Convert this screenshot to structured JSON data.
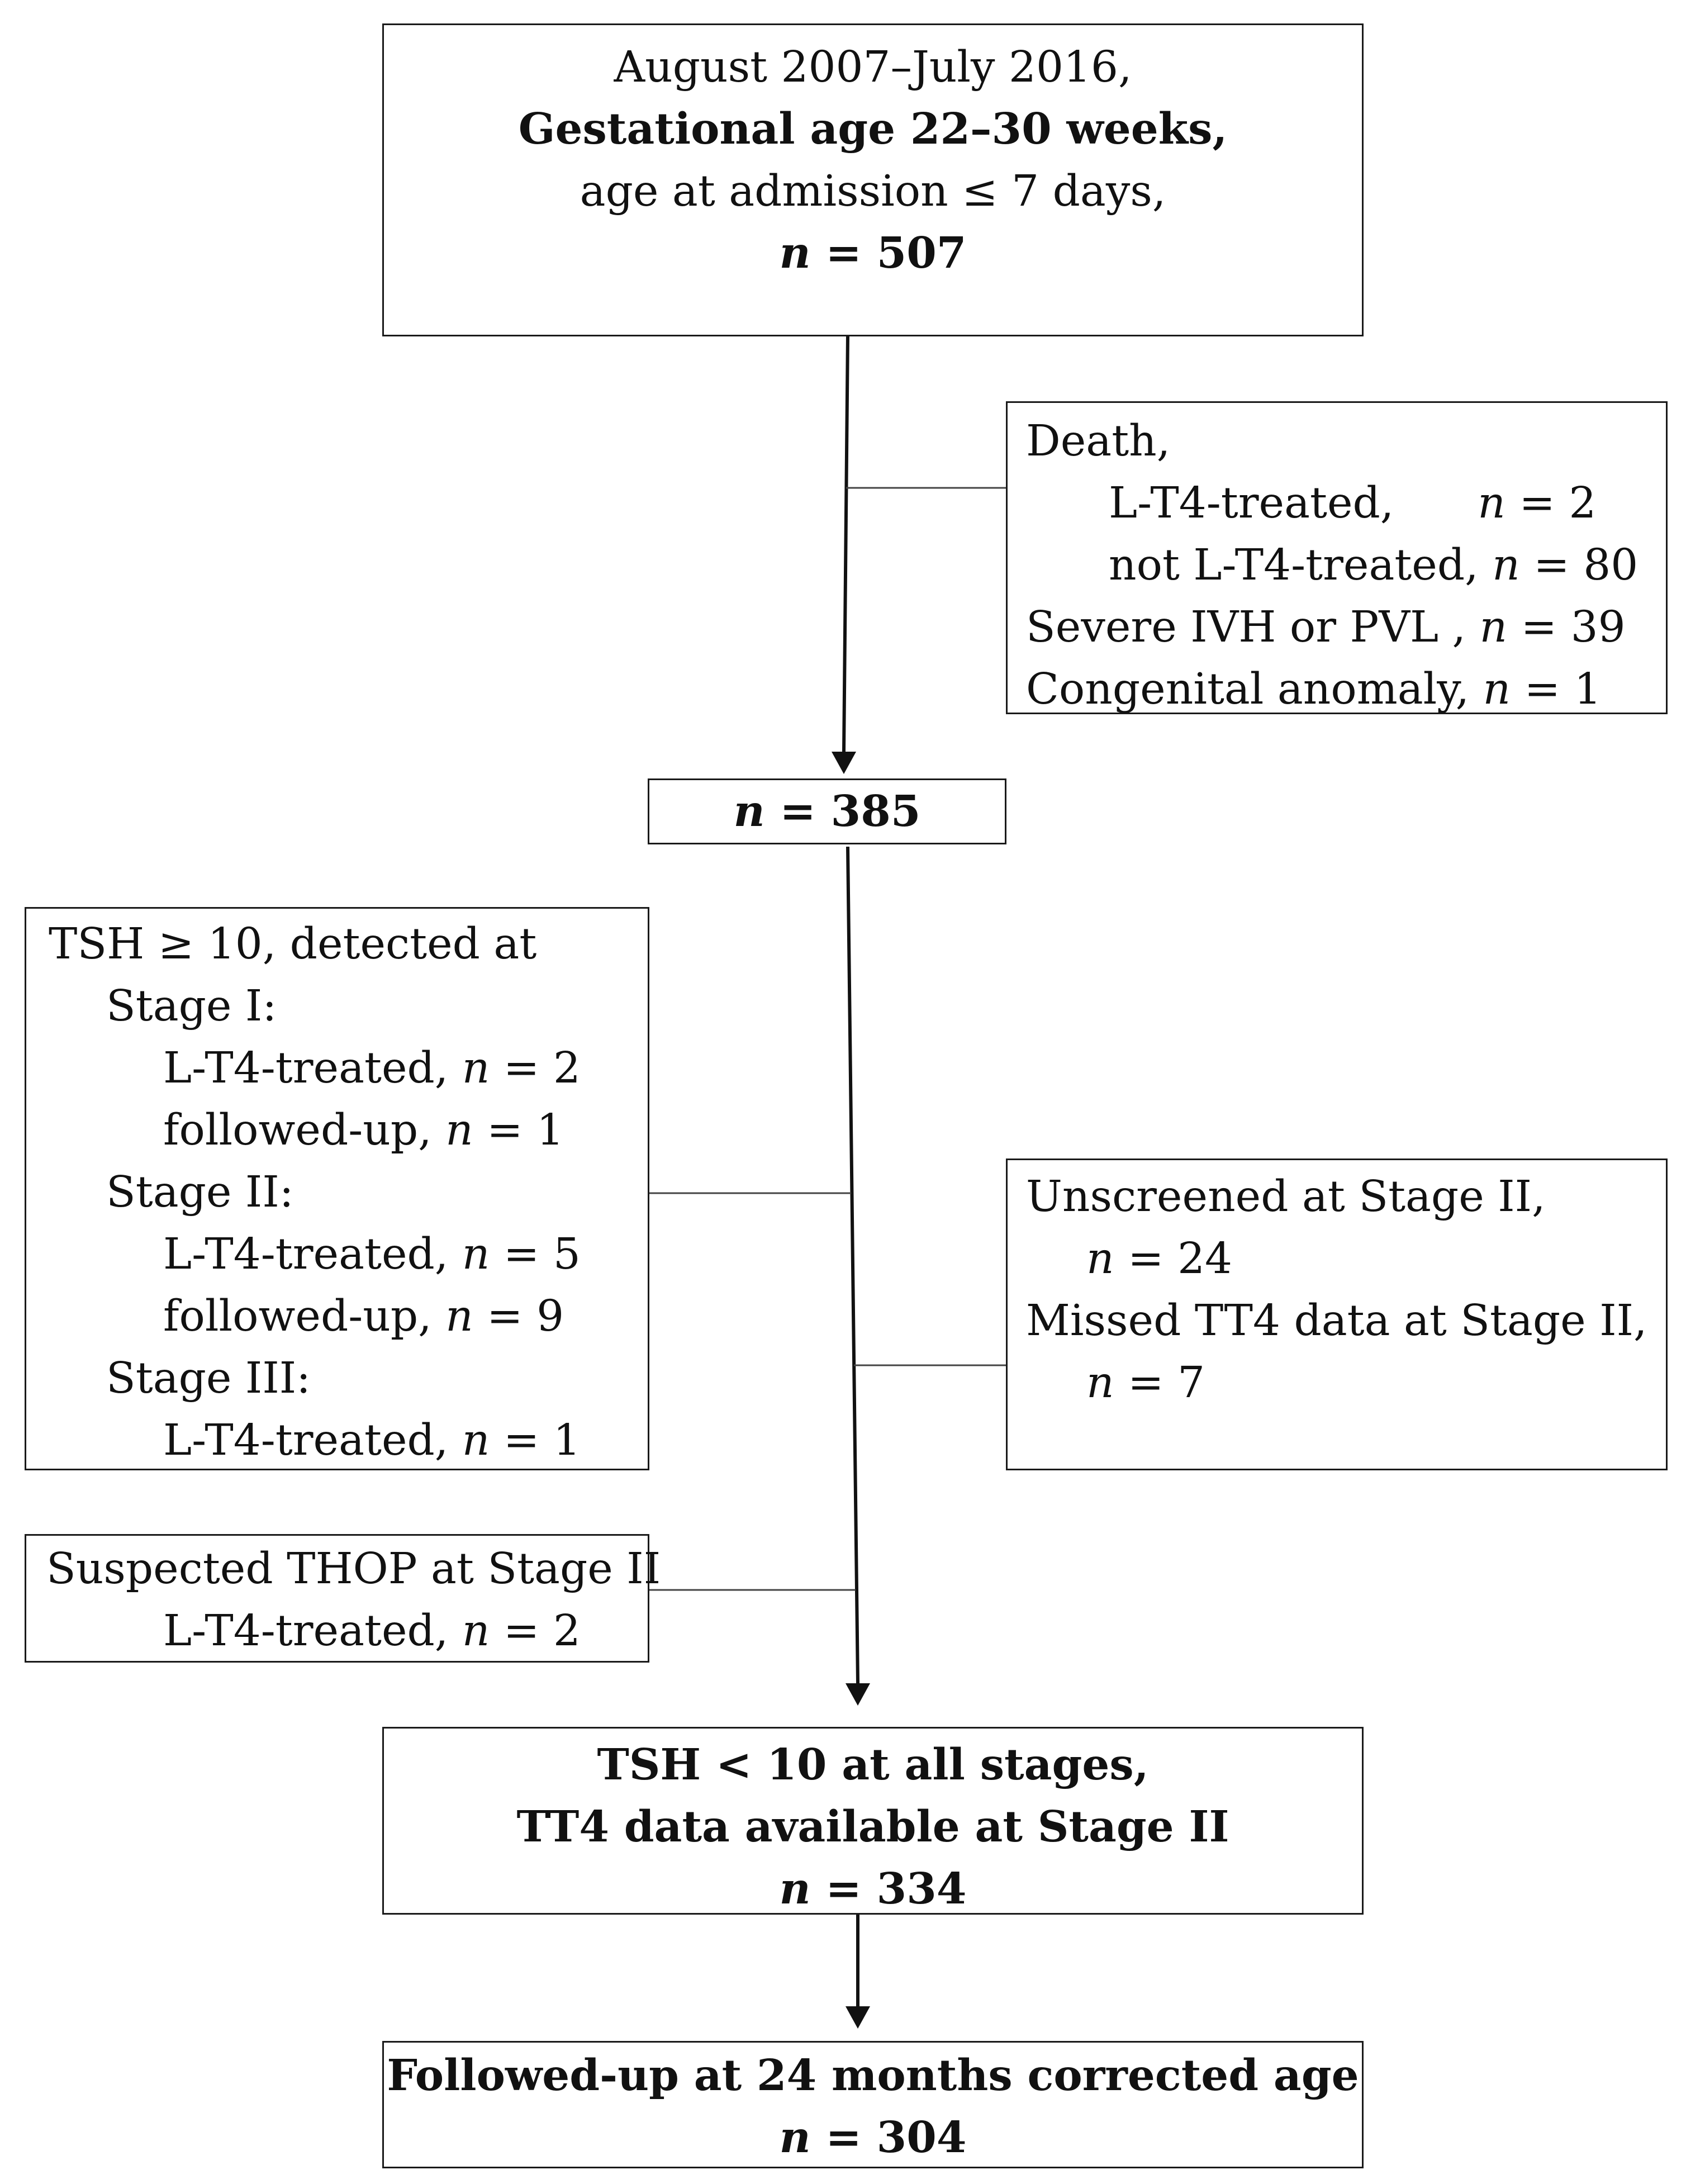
{
  "top_box": {
    "line1": "August 2007–July 2016,",
    "line2": "Gestational age 22–30 weeks,",
    "line3": "age at admission ≤ 7 days,",
    "n_var": "n",
    "n_rest": " = 507"
  },
  "exclusion_1": {
    "death": "Death,",
    "lt4_treated": "L-T4-treated,",
    "lt4_treated_n": " = 2",
    "not_lt4_treated": "not L-T4-treated,",
    "not_lt4_treated_n": " = 80",
    "severe_ivh": "Severe IVH or PVL ,",
    "severe_ivh_n": " = 39",
    "congenital": "Congenital anomaly,",
    "congenital_n": " = 1"
  },
  "mid_box": {
    "n_var": "n",
    "n_rest": " = 385"
  },
  "tsh_box": {
    "heading": "TSH ≥ 10, detected at",
    "stage1": "Stage I:",
    "stage1_treated": "L-T4-treated,",
    "stage1_treated_n": " = 2",
    "stage1_followed": "followed-up,",
    "stage1_followed_n": " = 1",
    "stage2": "Stage II:",
    "stage2_treated": "L-T4-treated,",
    "stage2_treated_n": " = 5",
    "stage2_followed": "followed-up,",
    "stage2_followed_n": " = 9",
    "stage3": "Stage III:",
    "stage3_treated": "L-T4-treated,",
    "stage3_treated_n": " = 1"
  },
  "unscreened_box": {
    "unscreened": "Unscreened at Stage II,",
    "unscreened_n": " = 24",
    "missed": "Missed TT4 data at Stage II,",
    "missed_n": " = 7"
  },
  "thop_box": {
    "heading": "Suspected THOP at Stage II",
    "treated": "L-T4-treated,",
    "treated_n": " = 2"
  },
  "tsh_lt10_box": {
    "line1": "TSH < 10 at all stages,",
    "line2": "TT4 data available at Stage II",
    "n_var": "n",
    "n_rest": " = 334"
  },
  "final_box": {
    "line1": "Followed-up at 24 months corrected age",
    "n_var": "n",
    "n_rest": " = 304"
  },
  "n_symbol": "n"
}
